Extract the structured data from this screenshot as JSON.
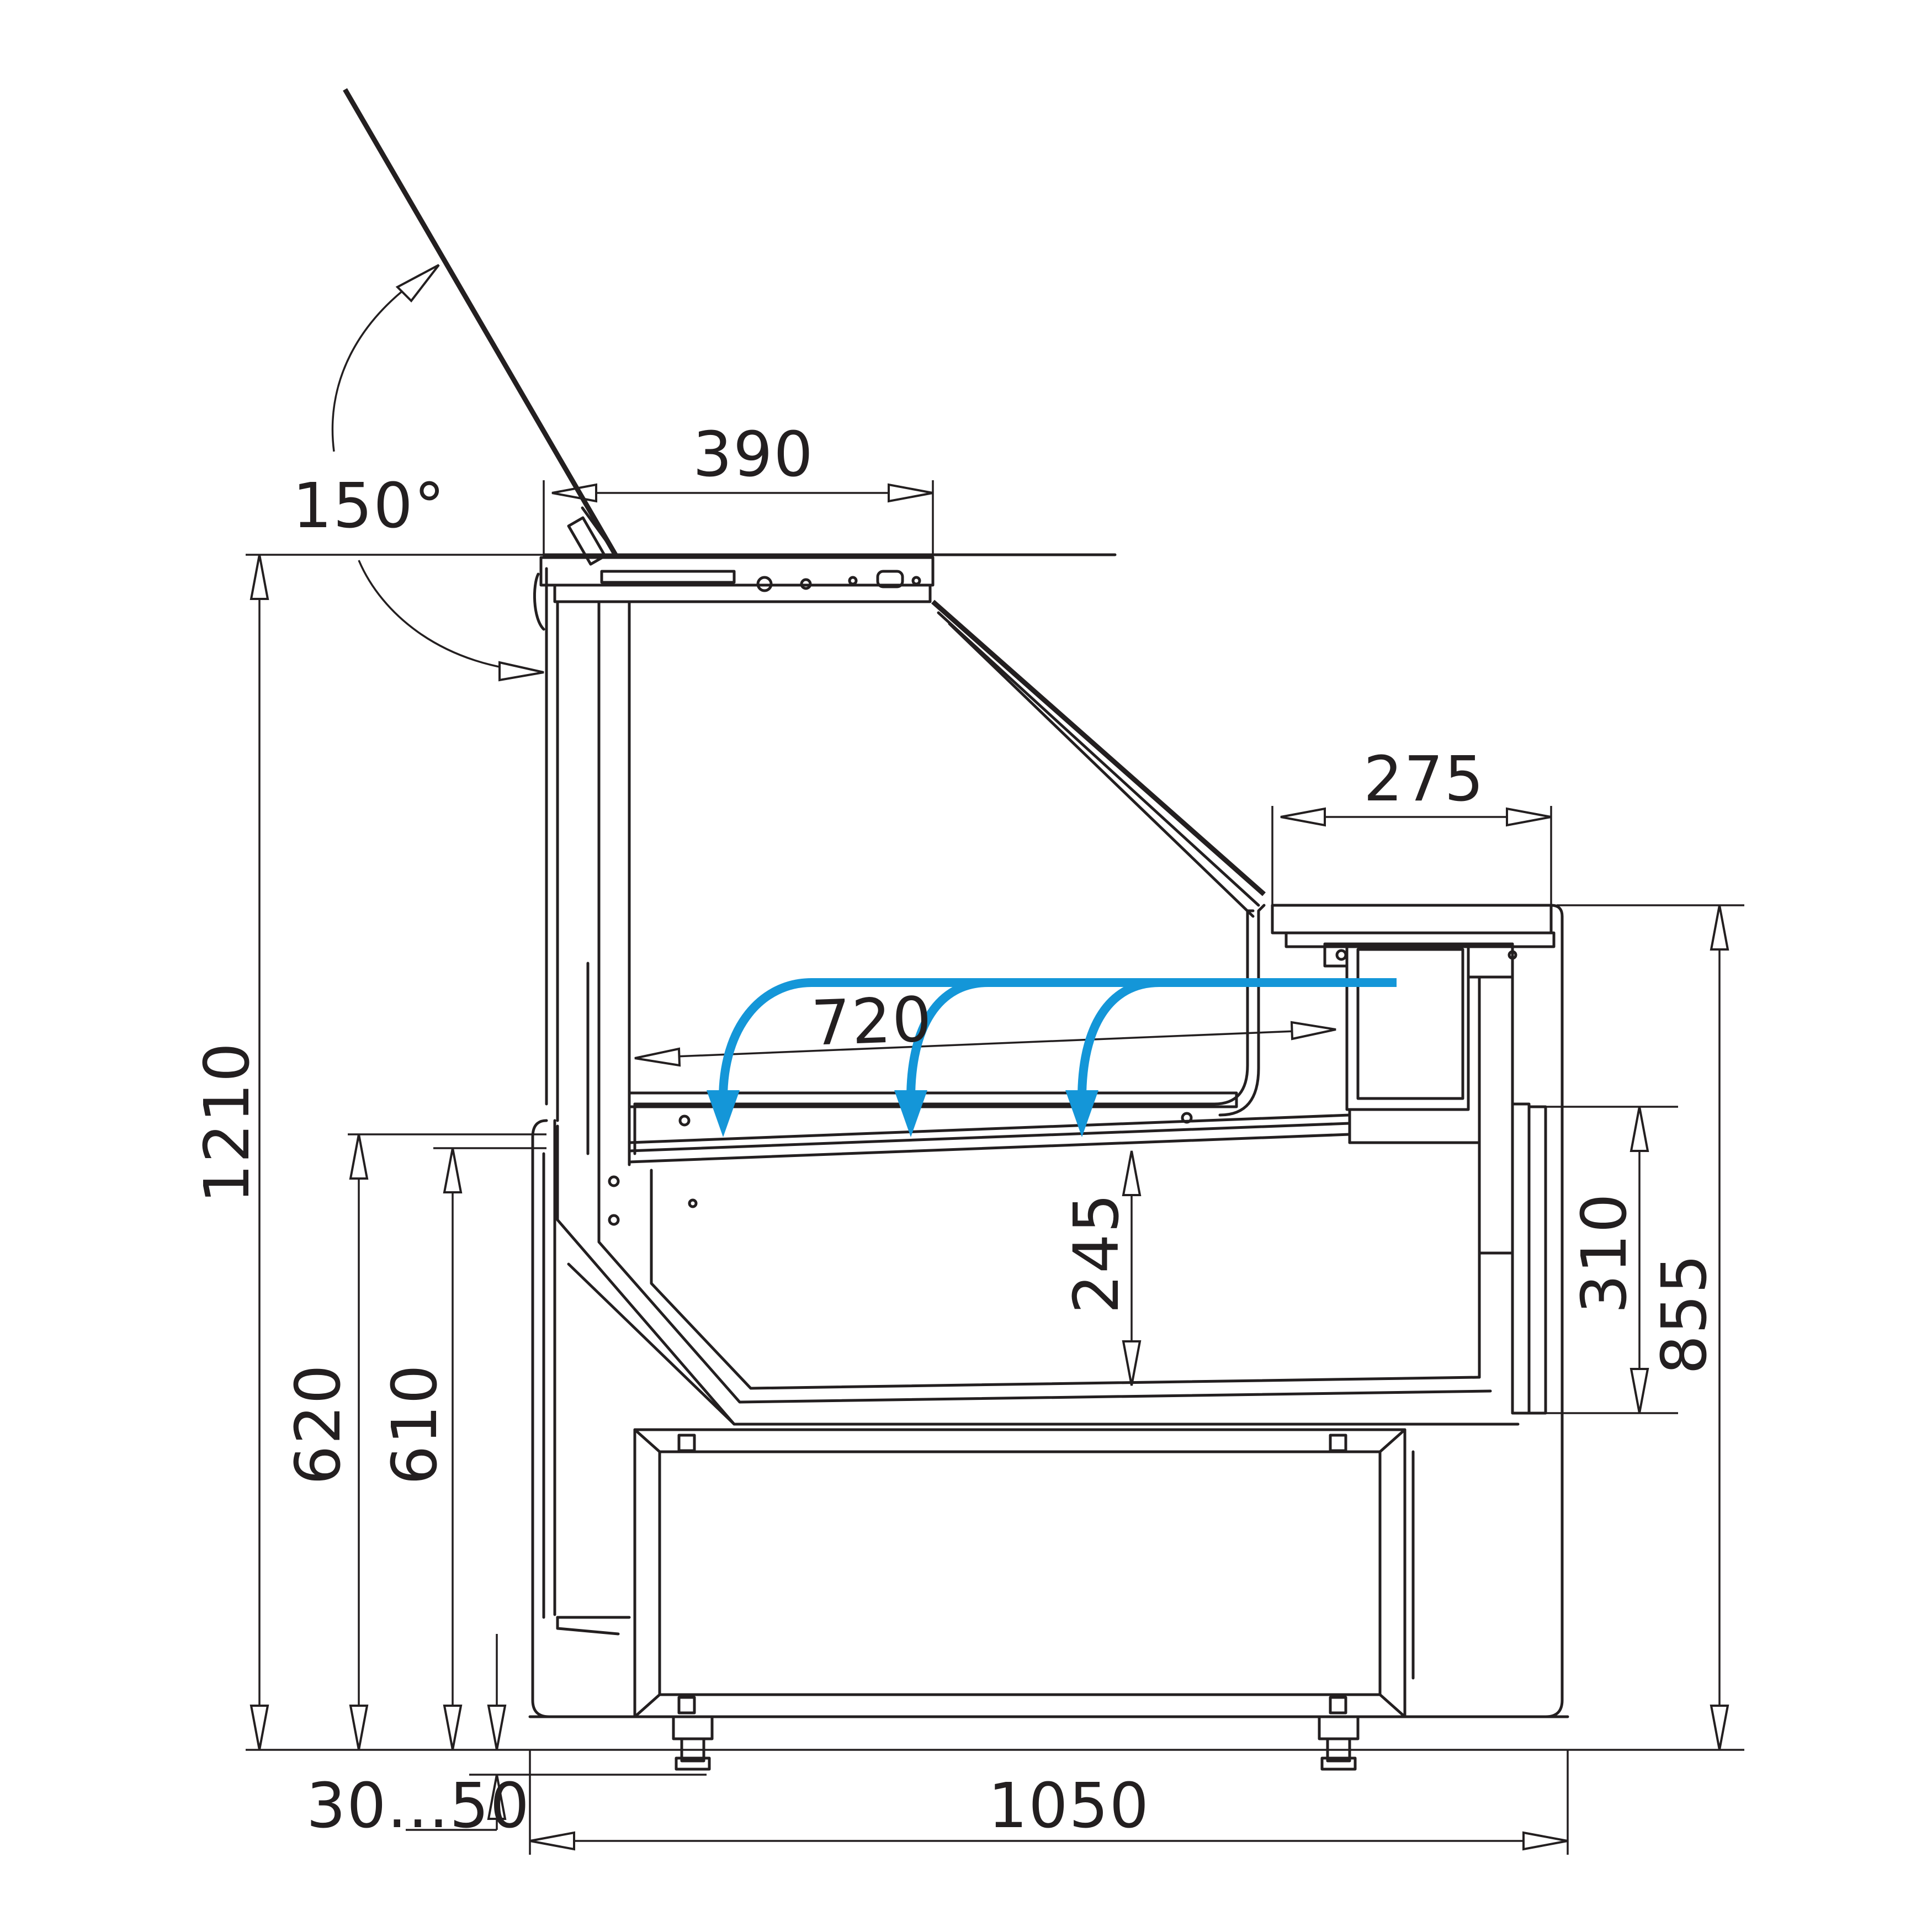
{
  "drawing": {
    "type": "cross-section technical drawing",
    "colors": {
      "line": "#231f20",
      "airflow": "#1496d8",
      "background": "#ffffff"
    }
  },
  "dimensions": {
    "angle": "150°",
    "top_depth": "390",
    "shelf_depth": "275",
    "display_depth": "720",
    "tray_height": "245",
    "total_height": "1210",
    "counter_height": "855",
    "front_panel_height": "310",
    "inner_height_a": "620",
    "inner_height_b": "610",
    "foot_adjust": "30...50",
    "total_depth": "1050"
  }
}
